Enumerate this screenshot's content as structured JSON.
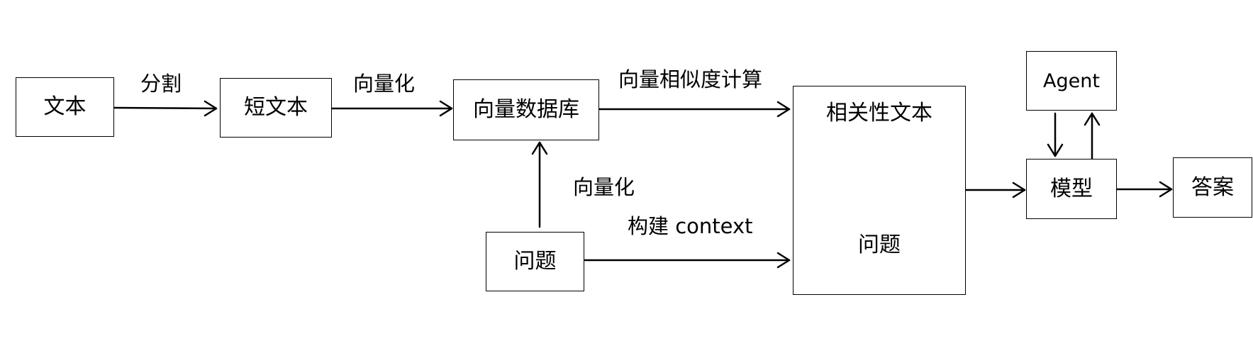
{
  "nodes": {
    "text": "文本",
    "short_text": "短文本",
    "vector_db": "向量数据库",
    "question": "问题",
    "relevant_box_top": "相关性文本",
    "relevant_box_bottom": "问题",
    "agent": "Agent",
    "model": "模型",
    "answer": "答案"
  },
  "edges": {
    "split": "分割",
    "vectorize_1": "向量化",
    "similarity": "向量相似度计算",
    "vectorize_2": "向量化",
    "build_context": "构建 context"
  }
}
